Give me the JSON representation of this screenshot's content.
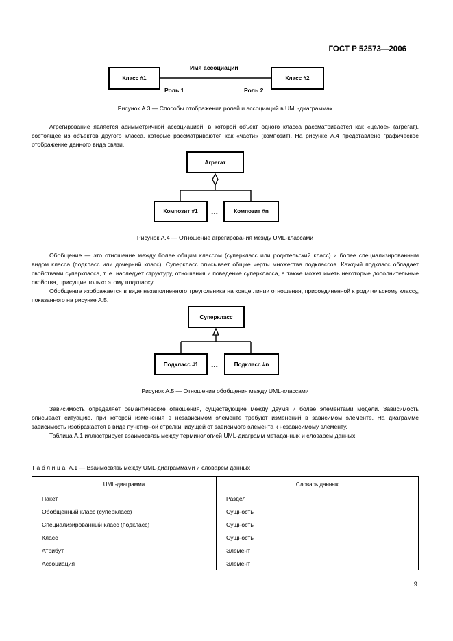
{
  "header": {
    "standard": "ГОСТ Р 52573—2006"
  },
  "figure_a3": {
    "class1": "Класс #1",
    "class2": "Класс #2",
    "association": "Имя ассоциации",
    "role1": "Роль 1",
    "role2": "Роль 2",
    "caption": "Рисунок  А.3 — Способы отображения ролей и ассоциаций в UML-диаграммах"
  },
  "paragraph_aggregation": "Агрегирование является асимметричной ассоциацией, в которой объект одного класса рассматривается как «целое» (агрегат), состоящее из объектов другого класса, которые рассматриваются как «части» (композит). На рисунке А.4 представлено графическое отображение данного вида связи.",
  "figure_a4": {
    "aggregate": "Агрегат",
    "composite1": "Композит #1",
    "dots": "...",
    "compositeN": "Композит #n",
    "caption": "Рисунок А.4 — Отношение агрегирования между UML-классами"
  },
  "paragraphs_generalization": [
    "Обобщение — это отношение между более общим классом (суперкласс или родительский класс) и более специализированным видом класса (подкласс или дочерний класс). Суперкласс описывает общие черты множества подклассов. Каждый подкласс обладает свойствами суперкласса, т. е. наследует структуру, отношения и поведение суперкласса, а также может иметь некоторые дополнительные свойства, присущие только этому подклассу.",
    "Обобщение изображается в виде незаполненного треугольника на конце линии отношения, присоединенной к родительскому классу, показанного на рисунке А.5."
  ],
  "figure_a5": {
    "superclass": "Суперкласс",
    "subclass1": "Подкласс #1",
    "dots": "...",
    "subclassN": "Подкласс #n",
    "caption": "Рисунок А.5 — Отношение обобщения между UML-классами"
  },
  "paragraphs_dependency": [
    "Зависимость определяет семантические отношения, существующие между двумя и более элементами модели. Зависимость описывает ситуацию, при которой изменения в независимом элементе требуют изменений в зависимом элементе. На диаграмме зависимость изображается в виде пунктирной стрелки, идущей от зависимого элемента к независимому элементу.",
    "Таблица А.1 иллюстрирует взаимосвязь между терминологией UML-диаграмм метаданных и словарем данных."
  ],
  "table_a1": {
    "caption_label": "Таблица",
    "caption_text": "А.1 — Взаимосвязь между UML-диаграммами и словарем данных",
    "headers": [
      "UML-диаграмма",
      "Словарь данных"
    ],
    "rows": [
      [
        "Пакет",
        "Раздел"
      ],
      [
        "Обобщенный класс (суперкласс)",
        "Сущность"
      ],
      [
        "Специализированный класс (подкласс)",
        "Сущность"
      ],
      [
        "Класс",
        "Сущность"
      ],
      [
        "Атрибут",
        "Элемент"
      ],
      [
        "Ассоциация",
        "Элемент"
      ]
    ]
  },
  "page_number": "9"
}
